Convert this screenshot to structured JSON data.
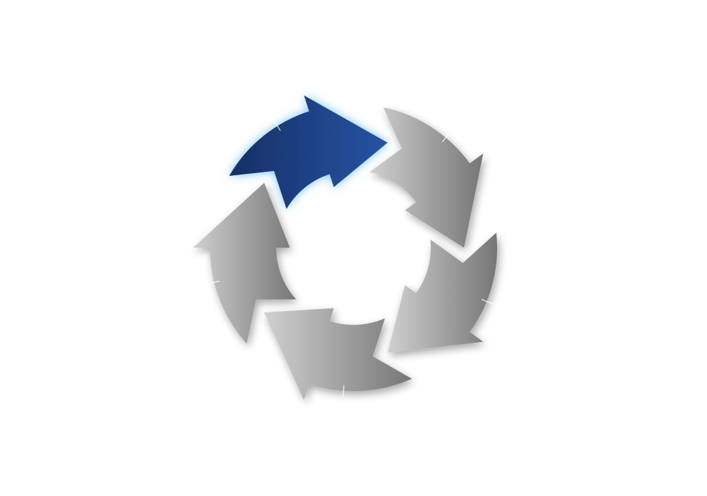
{
  "diagram": {
    "type": "cycle",
    "segment_count": 5,
    "highlighted_segment": 0,
    "colors": {
      "background": "#ffffff",
      "highlight_light": "#2653a3",
      "highlight_dark": "#172f66",
      "highlight_glow": "#62b6f0",
      "segment_light": "#d0d0d0",
      "segment_dark": "#767676",
      "separator": "#ffffff"
    },
    "segments": [
      {
        "id": "segment-1",
        "name": "cycle-arrow-1",
        "highlighted": true
      },
      {
        "id": "segment-2",
        "name": "cycle-arrow-2",
        "highlighted": false
      },
      {
        "id": "segment-3",
        "name": "cycle-arrow-3",
        "highlighted": false
      },
      {
        "id": "segment-4",
        "name": "cycle-arrow-4",
        "highlighted": false
      },
      {
        "id": "segment-5",
        "name": "cycle-arrow-5",
        "highlighted": false
      }
    ]
  }
}
